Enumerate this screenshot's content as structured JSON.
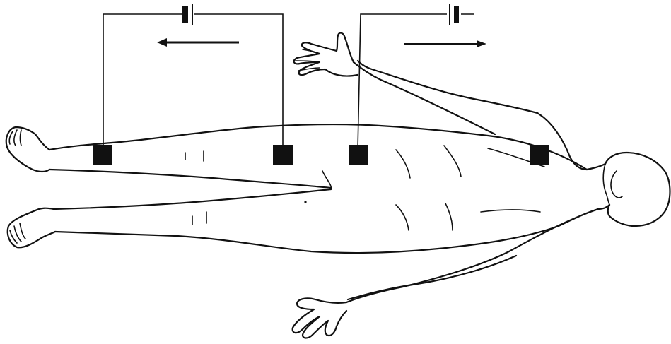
{
  "diagram": {
    "colors": {
      "ink": "#111111",
      "background": "#ffffff"
    },
    "circuits": [
      {
        "id": "left-circuit",
        "current_direction": "left"
      },
      {
        "id": "right-circuit",
        "current_direction": "right"
      }
    ],
    "electrodes": {
      "count": 4
    }
  }
}
